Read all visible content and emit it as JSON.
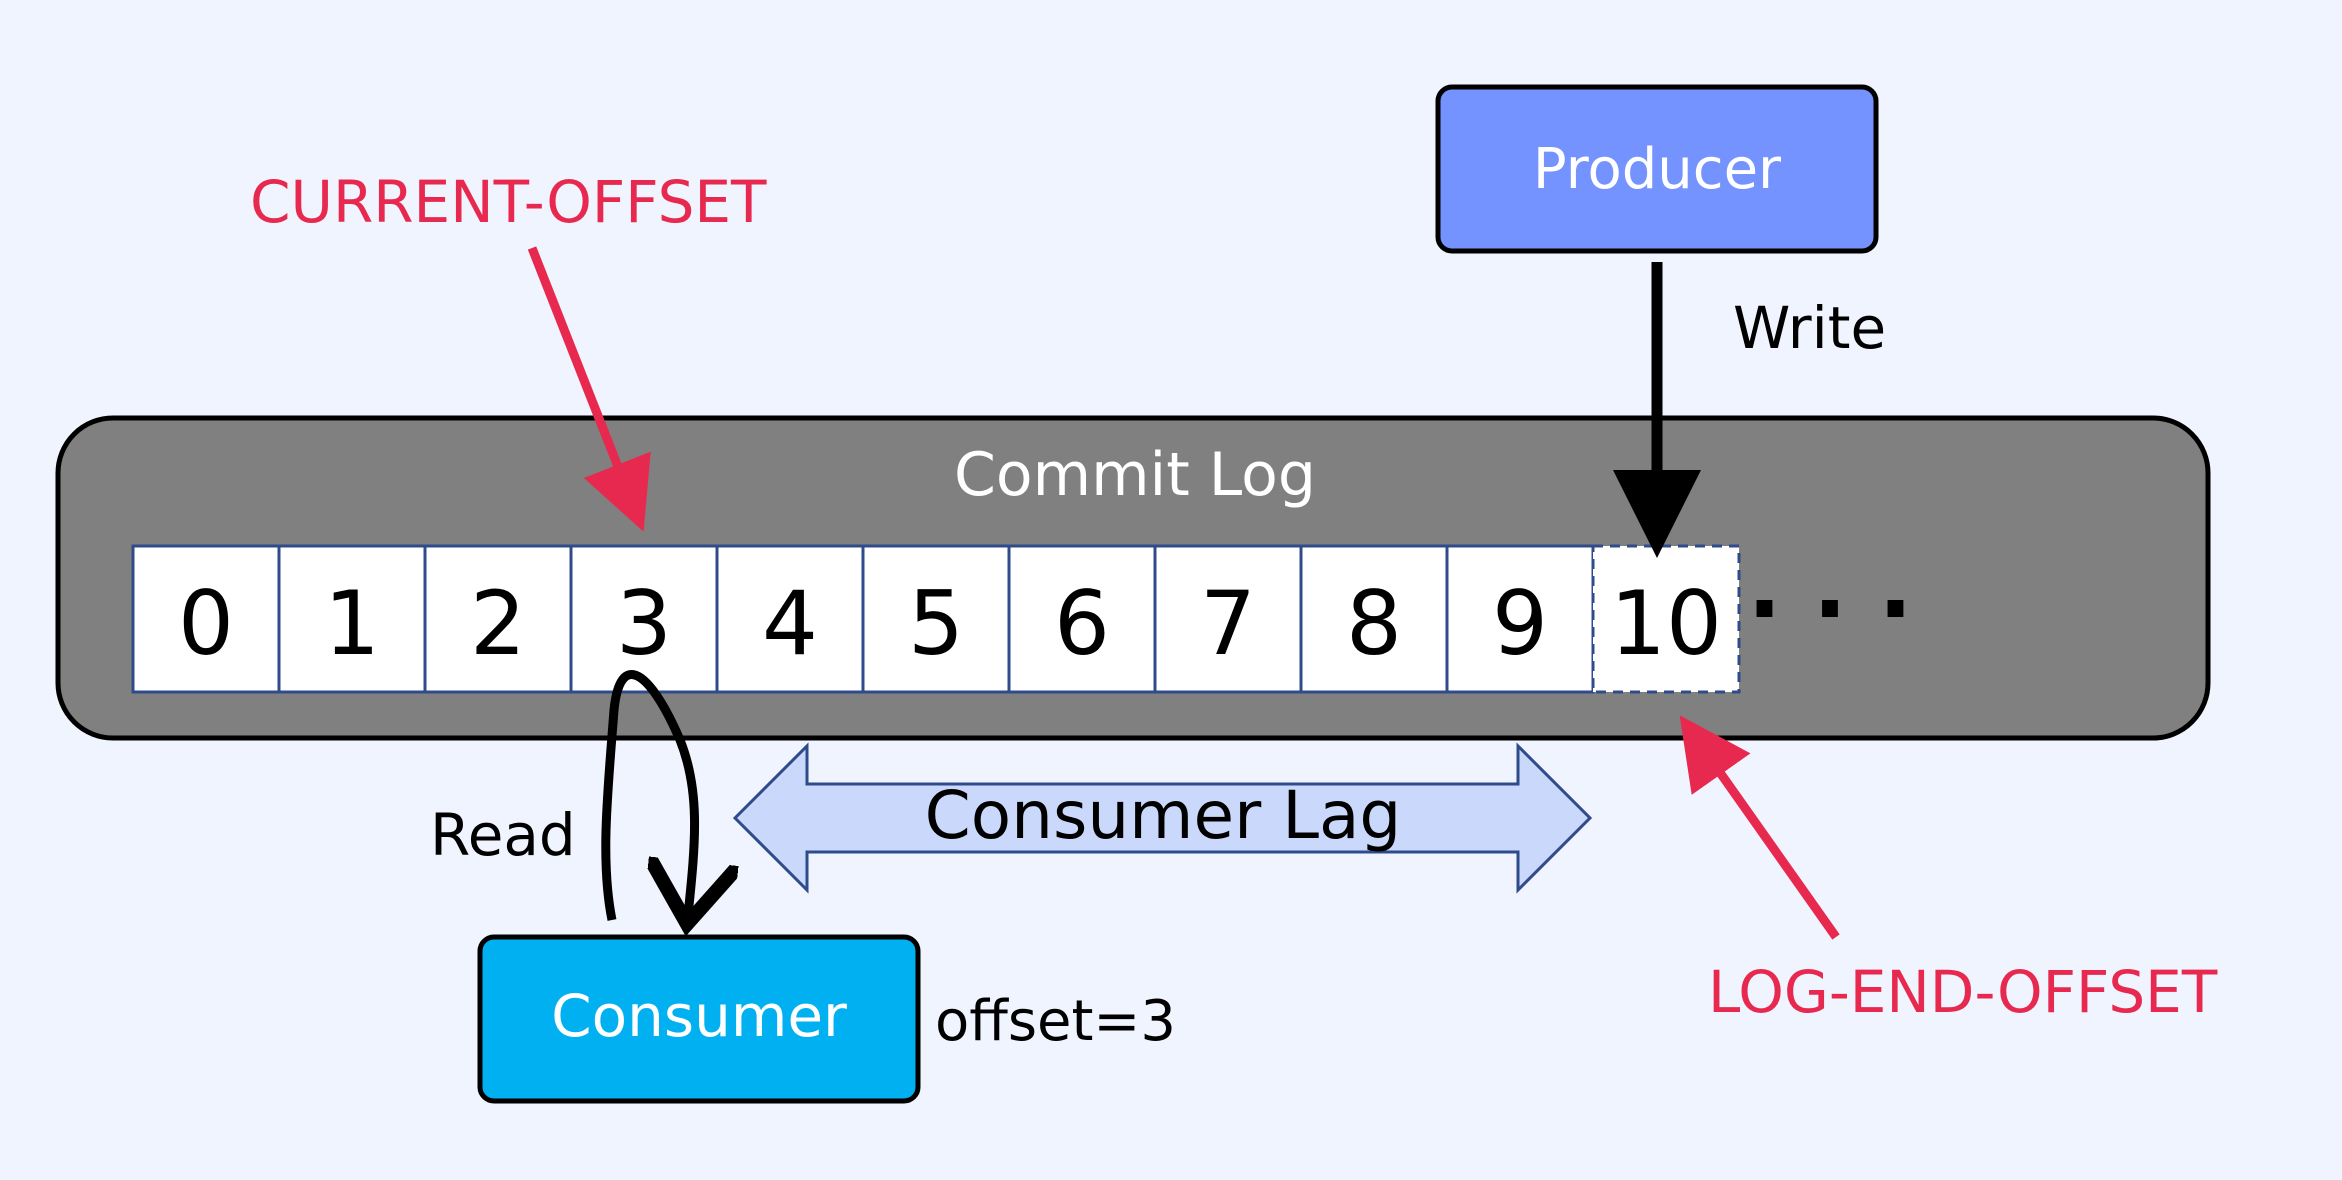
{
  "labels": {
    "current_offset": "CURRENT-OFFSET",
    "log_end_offset": "LOG-END-OFFSET",
    "commit_log": "Commit Log",
    "consumer_lag": "Consumer Lag",
    "read": "Read",
    "write": "Write",
    "offset_note": "offset=3",
    "ellipsis": "· · ·"
  },
  "producer": {
    "label": "Producer"
  },
  "consumer": {
    "label": "Consumer"
  },
  "cells": [
    "0",
    "1",
    "2",
    "3",
    "4",
    "5",
    "6",
    "7",
    "8",
    "9",
    "10"
  ],
  "colors": {
    "background": "#eff4fe",
    "commit_log_fill": "#808080",
    "producer_fill": "#7493fe",
    "consumer_fill": "#00b0f0",
    "lag_arrow_fill": "#c9d8fb",
    "accent_red": "#e8294f",
    "cell_border": "#2f4b8c"
  }
}
